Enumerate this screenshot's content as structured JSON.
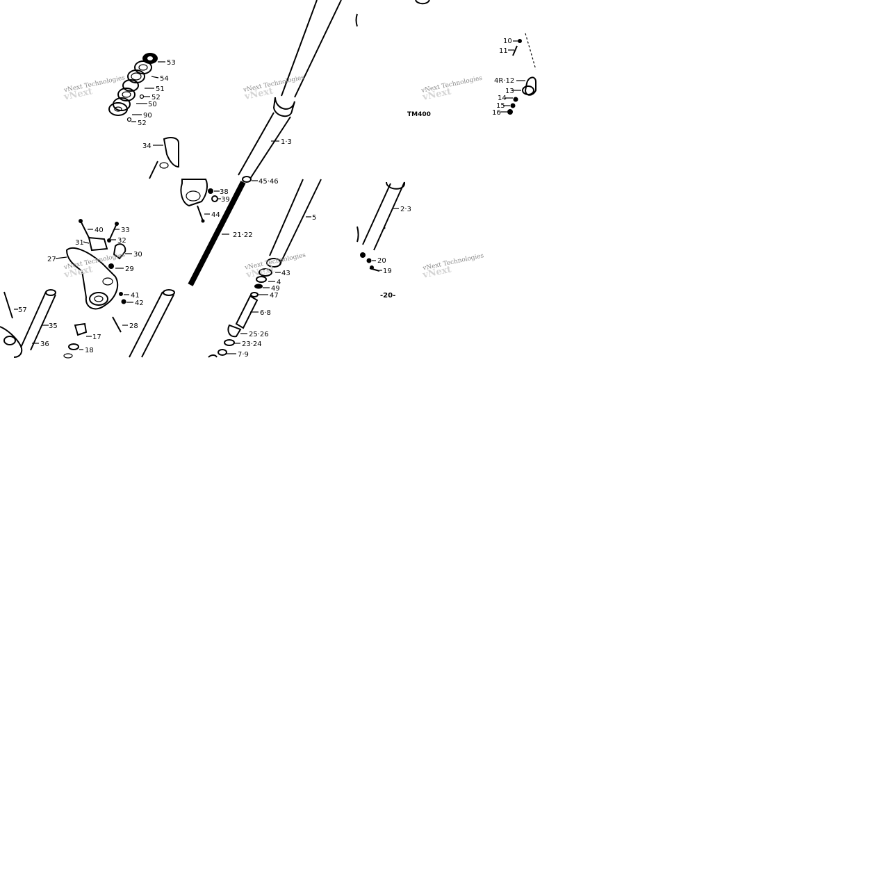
{
  "tile_top_left": {
    "labels": [
      "53",
      "54",
      "51",
      "52",
      "50",
      "90",
      "52",
      "34"
    ],
    "watermark": "vNext Technologies"
  },
  "tile_top_mid": {
    "labels": [
      "1·3",
      "45·46"
    ],
    "watermark": "vNext Technologies"
  },
  "tile_top_right": {
    "labels": [
      "10",
      "11",
      "4R·12",
      "13",
      "14",
      "15",
      "16"
    ],
    "model_code": "TM400",
    "watermark": "vNext Technologies"
  },
  "tile_bottom_left": {
    "labels": [
      "40",
      "33",
      "31",
      "32",
      "30",
      "27",
      "29",
      "41",
      "42",
      "28",
      "57",
      "35",
      "17",
      "36",
      "18"
    ],
    "watermark": "vNext Technologies"
  },
  "tile_bottom_mid": {
    "labels": [
      "38",
      "39",
      "44",
      "21·22",
      "5",
      "43",
      "4",
      "49",
      "47",
      "6·8",
      "25·26",
      "23·24",
      "7·9"
    ],
    "watermark": "vNext Technologies"
  },
  "tile_bottom_right": {
    "labels": [
      "2·3",
      "20",
      "19"
    ],
    "page_number": "-20-",
    "watermark": "vNext Technologies"
  }
}
